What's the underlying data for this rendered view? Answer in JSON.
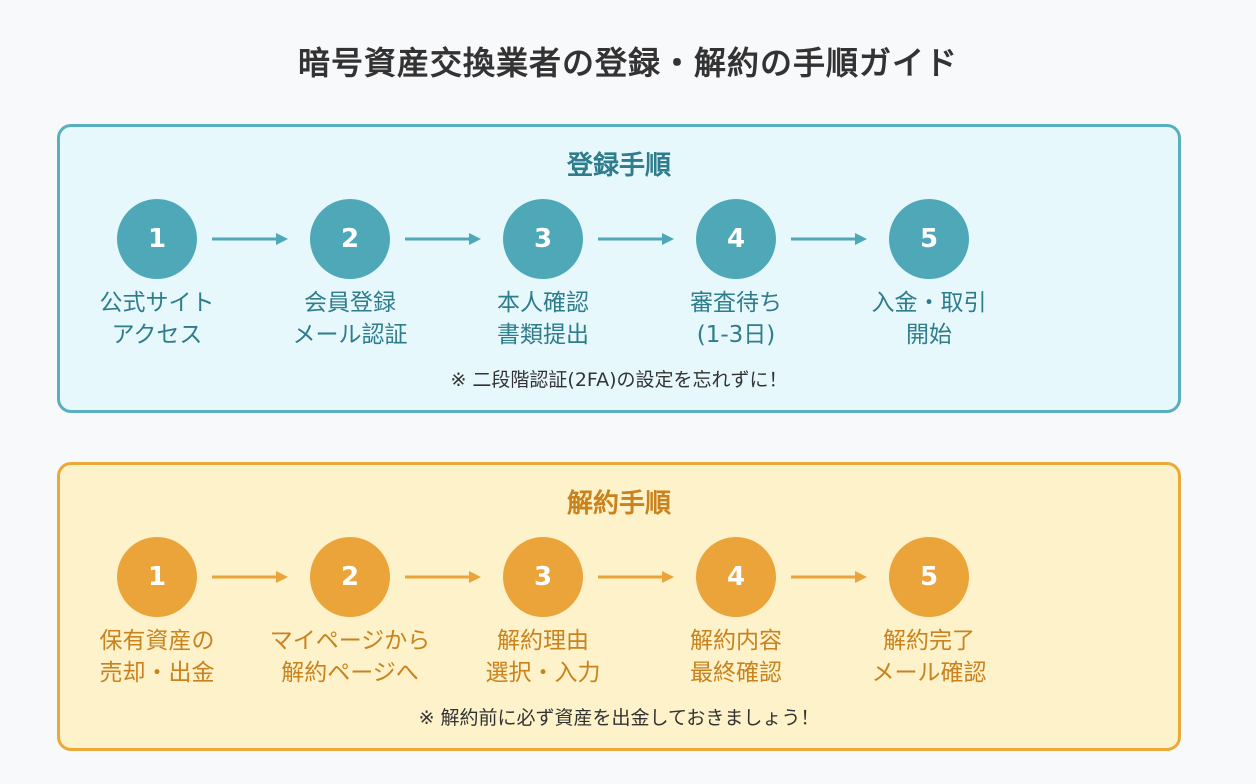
{
  "title": "暗号資産交換業者の登録・解約の手順ガイド",
  "register": {
    "heading": "登録手順",
    "color": "#4ea8b8",
    "steps": [
      {
        "number": "1",
        "line1": "公式サイト",
        "line2": "アクセス"
      },
      {
        "number": "2",
        "line1": "会員登録",
        "line2": "メール認証"
      },
      {
        "number": "3",
        "line1": "本人確認",
        "line2": "書類提出"
      },
      {
        "number": "4",
        "line1": "審査待ち",
        "line2": "(1-3日)"
      },
      {
        "number": "5",
        "line1": "入金・取引",
        "line2": "開始"
      }
    ],
    "note": "※ 二段階認証(2FA)の設定を忘れずに！"
  },
  "cancel": {
    "heading": "解約手順",
    "color": "#eba43a",
    "steps": [
      {
        "number": "1",
        "line1": "保有資産の",
        "line2": "売却・出金"
      },
      {
        "number": "2",
        "line1": "マイページから",
        "line2": "解約ページへ"
      },
      {
        "number": "3",
        "line1": "解約理由",
        "line2": "選択・入力"
      },
      {
        "number": "4",
        "line1": "解約内容",
        "line2": "最終確認"
      },
      {
        "number": "5",
        "line1": "解約完了",
        "line2": "メール確認"
      }
    ],
    "note": "※ 解約前に必ず資産を出金しておきましょう！"
  }
}
